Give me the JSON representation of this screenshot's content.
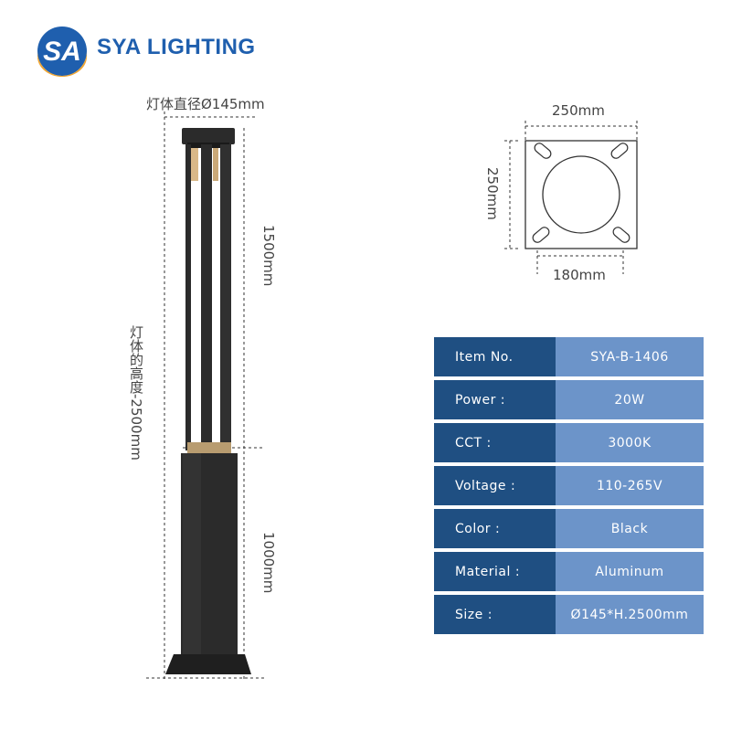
{
  "brand": {
    "name": "SYA LIGHTING",
    "logo_mark": "SA",
    "colors": {
      "blue": "#1f5fae",
      "orange": "#f0a531"
    }
  },
  "diagram": {
    "diameter_label": "灯体直径Ø145mm",
    "upper_height_label": "1500mm",
    "lower_height_label": "1000mm",
    "total_height_label": "灯体的高度-2500mm",
    "base_width_label": "250mm",
    "base_height_label": "250mm",
    "hole_spacing_label": "180mm"
  },
  "specs": [
    {
      "key": "Item No.",
      "value": "SYA-B-1406"
    },
    {
      "key": "Power :",
      "value": "20W"
    },
    {
      "key": "CCT :",
      "value": "3000K"
    },
    {
      "key": "Voltage :",
      "value": "110-265V"
    },
    {
      "key": "Color :",
      "value": "Black"
    },
    {
      "key": "Material :",
      "value": "Aluminum"
    },
    {
      "key": "Size :",
      "value": "Ø145*H.2500mm"
    }
  ],
  "colors": {
    "key_bg": "#1f4f82",
    "value_bg": "#6c94c9",
    "lamp_body": "#2b2b2b"
  }
}
